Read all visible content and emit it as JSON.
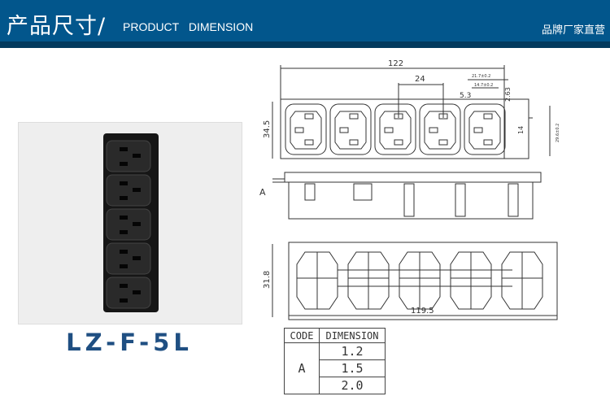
{
  "header": {
    "title_cn": "产品尺寸/",
    "title_en": "PRODUCT  DIMENSION",
    "tagline": "品牌厂家直营"
  },
  "product": {
    "model": "LZ-F-5L",
    "outlets": 5
  },
  "drawing": {
    "overall_length": "122",
    "pitch": "24",
    "width_a": "21.7±0.2",
    "width_b": "14.7±0.2",
    "offset": "5.3",
    "offset_b": "2.63",
    "pin_gap": "14",
    "height_outer": "29.6±0.2",
    "height": "34.5",
    "panel_label": "A",
    "cutout_height": "31.8",
    "cutout_length": "119.5"
  },
  "table": {
    "headers": [
      "CODE",
      "DIMENSION"
    ],
    "code": "A",
    "values": [
      "1.2",
      "1.5",
      "2.0"
    ]
  }
}
